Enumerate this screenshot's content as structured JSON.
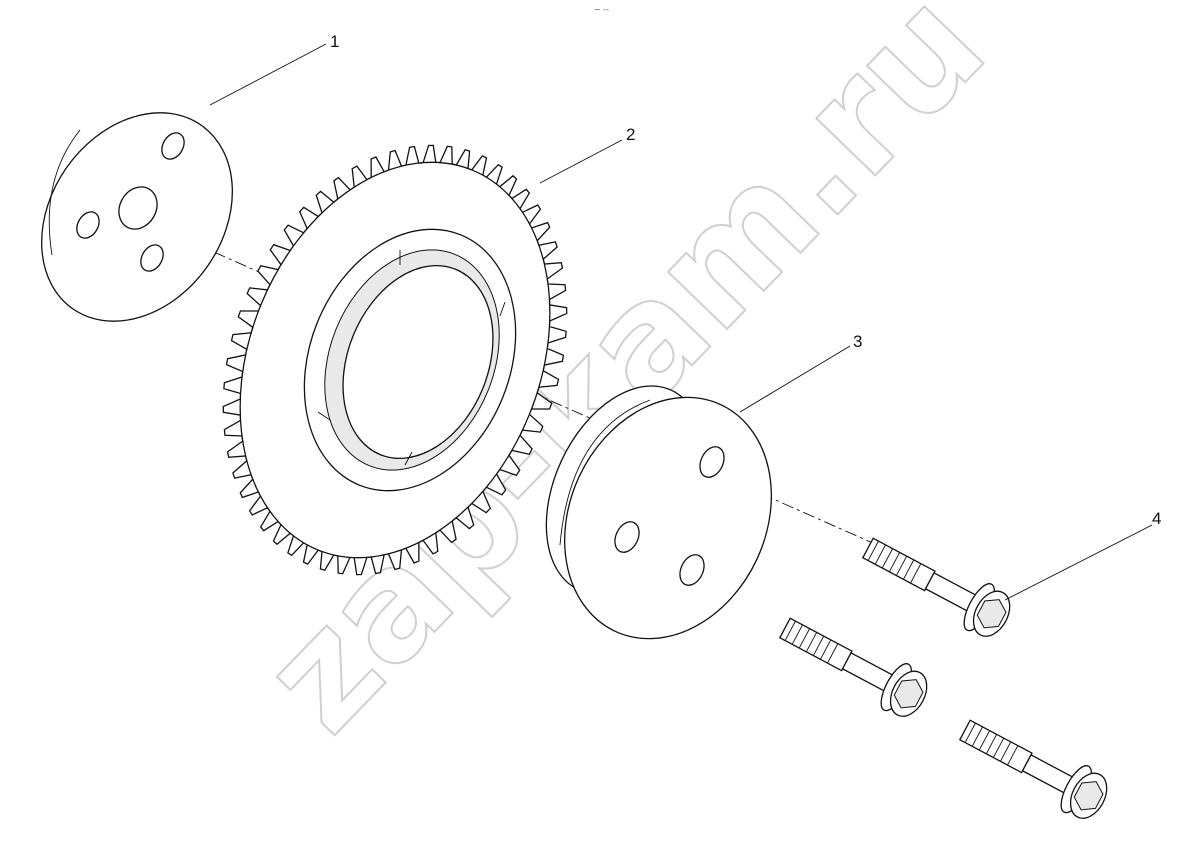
{
  "header_mark": "~ --",
  "watermark": "zap-kam.ru",
  "callouts": {
    "p1": "1",
    "p2": "2",
    "p3": "3",
    "p4": "4"
  },
  "parts": {
    "p1": "thrust-washer-icon",
    "p2": "idler-gear-icon",
    "p3": "hub-flange-icon",
    "p4": "flange-bolt-icon"
  },
  "gear_teeth": 56
}
